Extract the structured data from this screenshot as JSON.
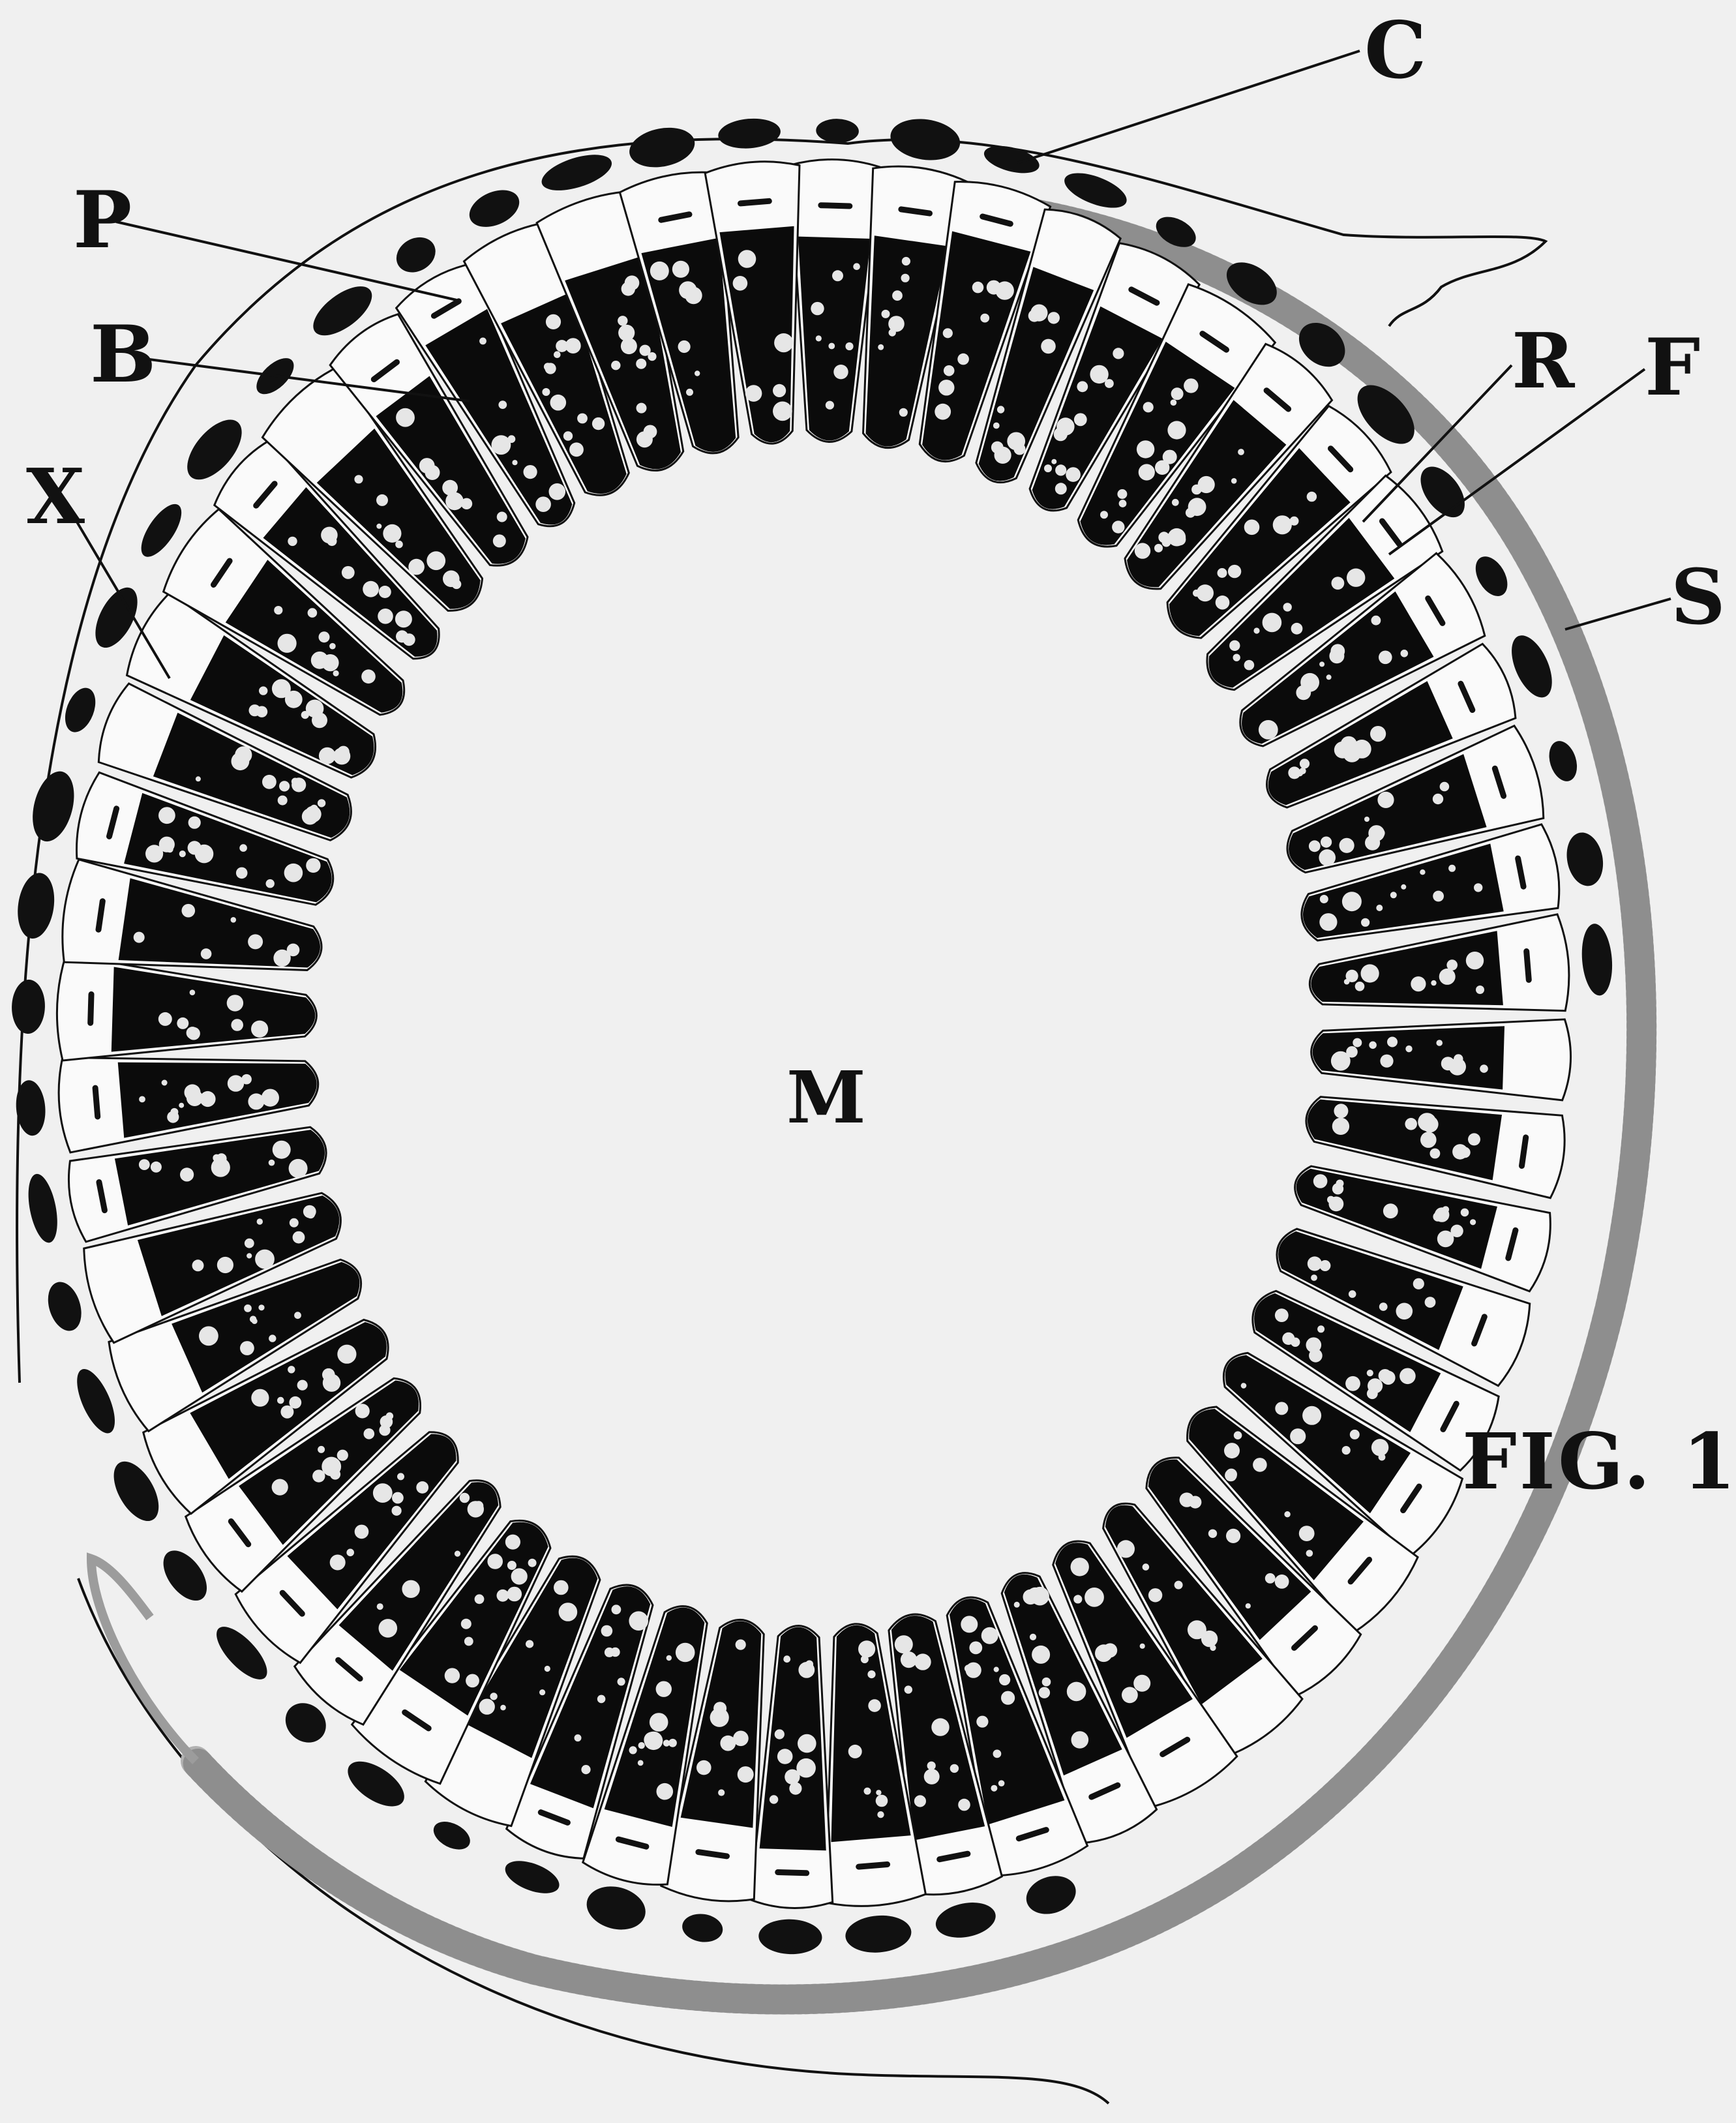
{
  "figure": {
    "caption": "FIG. 1.",
    "labels": {
      "C": "C",
      "P": "P",
      "B": "B",
      "X": "X",
      "R": "R",
      "F": "F",
      "S": "S",
      "M": "M"
    }
  },
  "colors": {
    "paper": "#f0f0f0",
    "ink": "#111111",
    "cell_fill": "#0b0b0b",
    "cell_light": "#fafafa",
    "vacuole": "#e6e6e6",
    "sheath": "#b2b2b2"
  }
}
